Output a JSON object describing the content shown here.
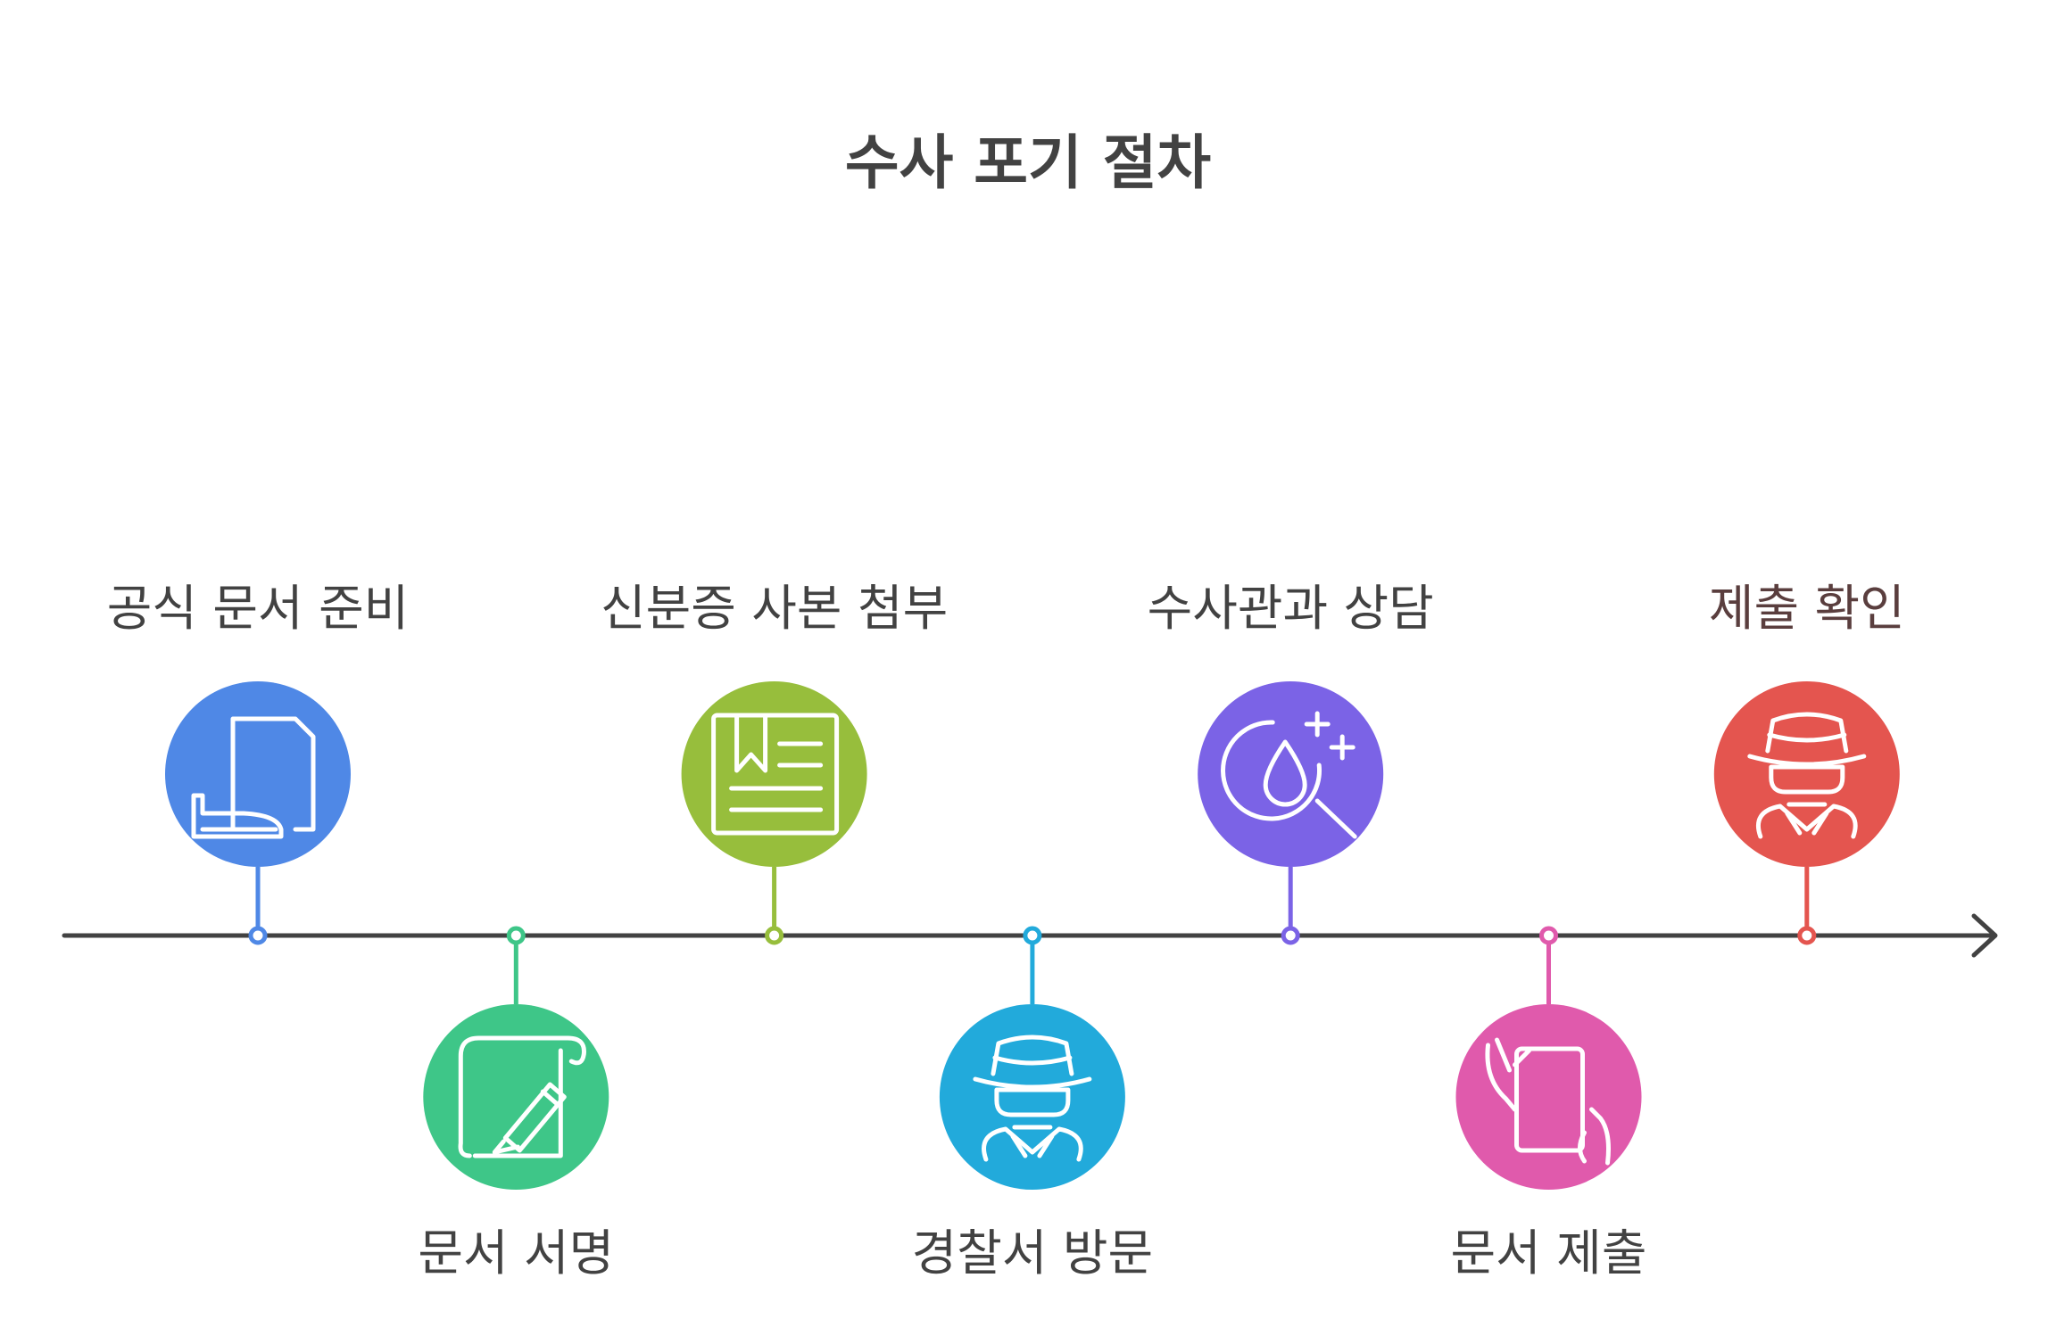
{
  "title": "수사 포기 절차",
  "colors": {
    "axis": "#424242",
    "title_text": "#424242",
    "label_text": "#424242",
    "last_label_text": "#5a3e3e"
  },
  "steps": [
    {
      "label": "공식 문서 준비",
      "position": "top",
      "color": "#4f88e6",
      "icon": "document-hand-icon"
    },
    {
      "label": "문서 서명",
      "position": "bottom",
      "color": "#3ec688",
      "icon": "quill-signing-icon"
    },
    {
      "label": "신분증 사본 첨부",
      "position": "top",
      "color": "#97be3c",
      "icon": "bookmarked-document-icon"
    },
    {
      "label": "경찰서 방문",
      "position": "bottom",
      "color": "#22aadb",
      "icon": "detective-icon"
    },
    {
      "label": "수사관과 상담",
      "position": "top",
      "color": "#7b63e6",
      "icon": "magnifier-drop-icon"
    },
    {
      "label": "문서 제출",
      "position": "bottom",
      "color": "#e05aac",
      "icon": "hands-holding-tablet-icon"
    },
    {
      "label": "제출 확인",
      "position": "top",
      "color": "#e4554f",
      "icon": "detective-icon"
    }
  ]
}
